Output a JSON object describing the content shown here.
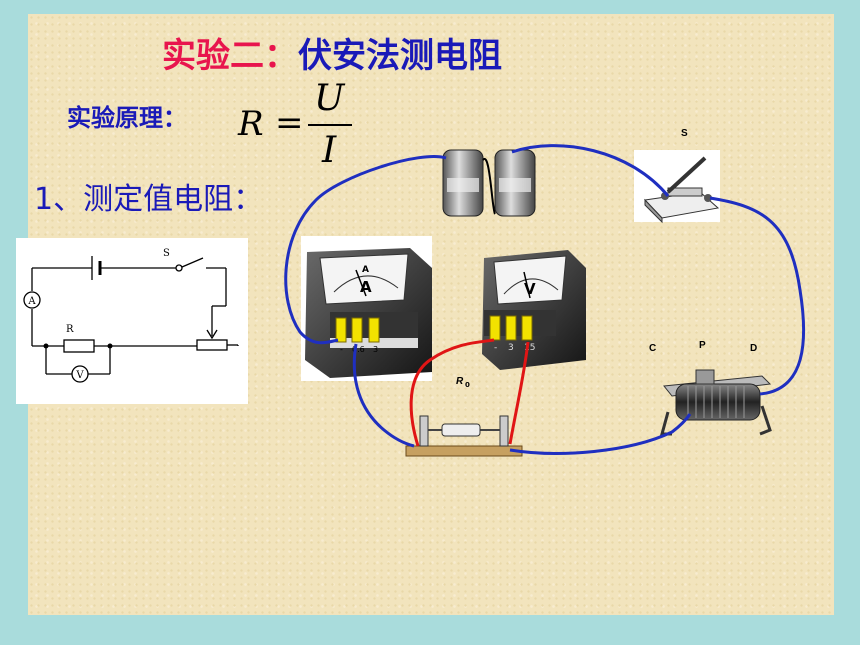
{
  "slide": {
    "title_prefix": "实验二：",
    "title_main": "伏安法测电阻",
    "principle_label": "实验原理：",
    "formula": {
      "lhs": "R",
      "eq": "=",
      "numerator": "U",
      "denominator": "I"
    },
    "step_1": "1、测定值电阻："
  },
  "schematic": {
    "switch_label": "S",
    "resistor_label": "R",
    "ammeter_symbol": "A",
    "voltmeter_symbol": "V"
  },
  "apparatus": {
    "switch_label": "S",
    "ammeter_letter": "A",
    "ammeter_letter_small": "A",
    "voltmeter_letter": "V",
    "resistor_label": "R",
    "resistor_subscript": "0",
    "rheostat_c": "C",
    "rheostat_p": "P",
    "rheostat_d": "D",
    "ammeter_terminals": [
      "-",
      "0.6",
      "3"
    ],
    "voltmeter_terminals": [
      "-",
      "3",
      "15"
    ]
  },
  "colors": {
    "title_red": "#e8154d",
    "title_blue": "#1a1ab8",
    "wire_blue": "#1f2fc0",
    "wire_red": "#e01515",
    "background": "#a9dcdc",
    "paper": "#f2e4bd"
  }
}
